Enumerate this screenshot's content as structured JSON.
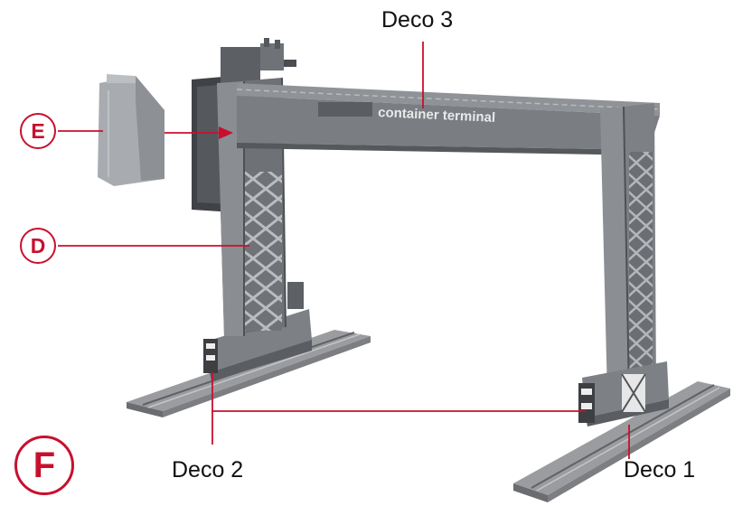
{
  "labels": {
    "deco1": "Deco 1",
    "deco2": "Deco 2",
    "deco3": "Deco 3"
  },
  "callouts": {
    "e": "E",
    "d": "D",
    "f": "F"
  },
  "sign_text": "container terminal",
  "colors": {
    "accent": "#c8102e",
    "steel": "#8a8d92",
    "steel_dark": "#55585d",
    "rail": "#9a9c9f"
  }
}
